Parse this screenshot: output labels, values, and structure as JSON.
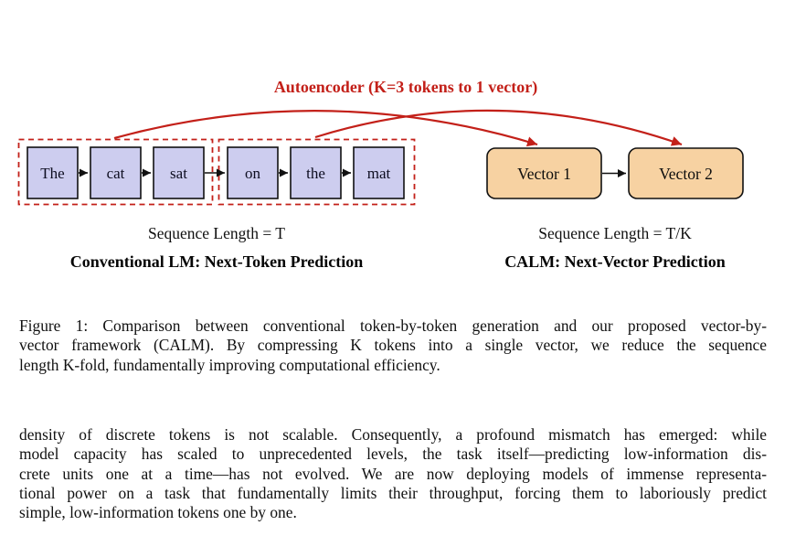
{
  "figure": {
    "title": "Autoencoder (K=3 tokens to 1 vector)",
    "groups": [
      {
        "tokens": [
          "The",
          "cat",
          "sat"
        ]
      },
      {
        "tokens": [
          "on",
          "the",
          "mat"
        ]
      }
    ],
    "vectors": [
      "Vector 1",
      "Vector 2"
    ],
    "left_panel": {
      "sequence_label": "Sequence Length = T",
      "method_label": "Conventional LM: Next-Token Prediction"
    },
    "right_panel": {
      "sequence_label": "Sequence Length = T/K",
      "method_label": "CALM: Next-Vector Prediction"
    },
    "colors": {
      "accent_red": "#c32019",
      "token_fill": "#cdcdef",
      "vector_fill": "#f7d2a2",
      "box_border": "#111111"
    }
  },
  "caption": {
    "lines": [
      "Figure 1: Comparison between conventional token-by-token generation and our proposed vector-by-",
      "vector framework (CALM). By compressing K tokens into a single vector, we reduce the sequence",
      "length K-fold, fundamentally improving computational efficiency."
    ]
  },
  "body": {
    "lines": [
      "density of discrete tokens is not scalable.  Consequently, a profound mismatch has emerged:  while",
      "model capacity has scaled to unprecedented levels, the task itself—predicting low-information dis-",
      "crete units one at a time—has not evolved.  We are now deploying models of immense representa-",
      "tional power on a task that fundamentally limits their throughput, forcing them to laboriously predict",
      "simple, low-information tokens one by one."
    ]
  }
}
